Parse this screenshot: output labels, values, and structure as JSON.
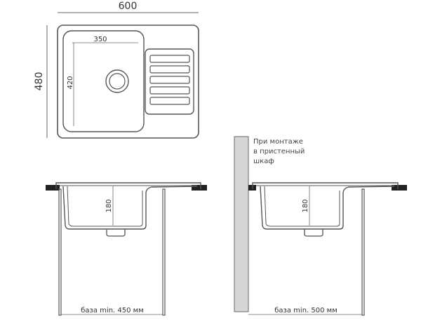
{
  "top_view": {
    "width_label": "600",
    "height_label": "480",
    "bowl_width_label": "350",
    "bowl_depth_label": "420"
  },
  "side_view_base": {
    "depth_label": "180",
    "base_label": "база min. 450 мм"
  },
  "side_view_wall": {
    "depth_label": "180",
    "note_lines": [
      "При монтаже",
      "в пристенный",
      "шкаф"
    ],
    "base_label": "база min. 500 мм"
  },
  "colors": {
    "line": "#555555",
    "dim": "#666666",
    "wall_fill": "#d6d6d6",
    "wall_stroke": "#666666",
    "counter_black": "#222222"
  }
}
